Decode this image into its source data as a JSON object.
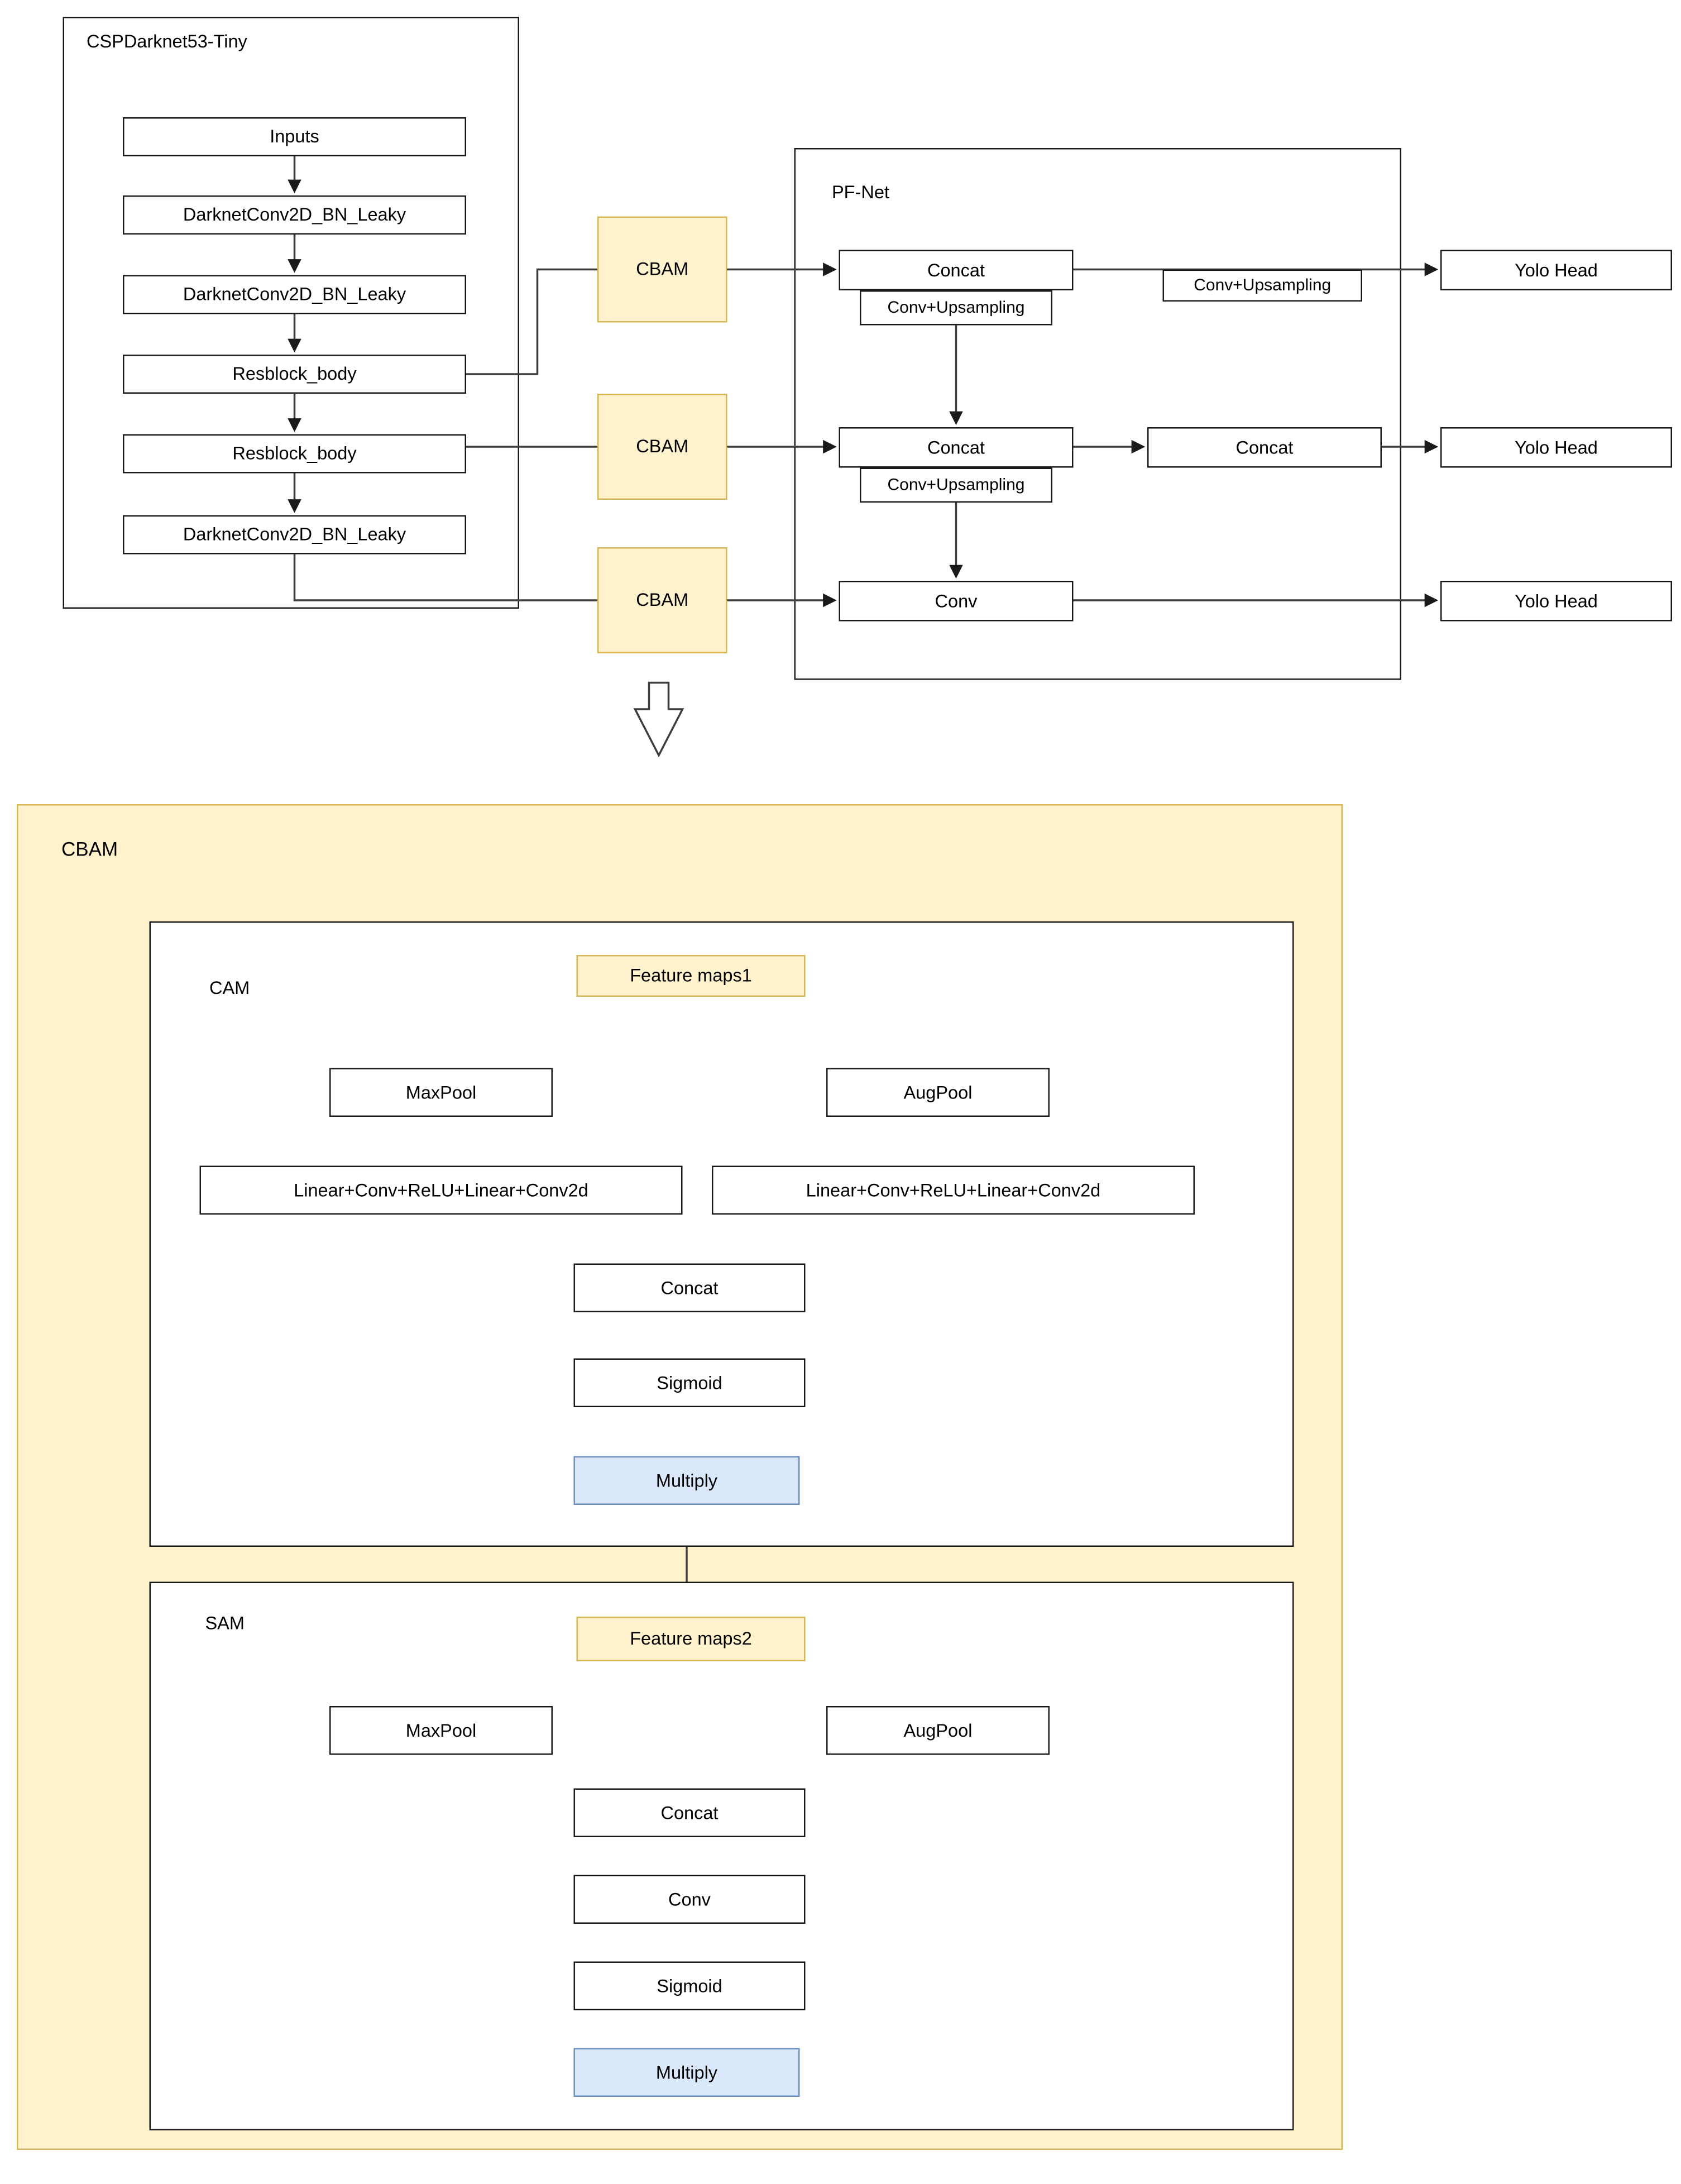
{
  "colors": {
    "yellow_fill": "#FFF2CC",
    "yellow_border": "#D6B656",
    "blue_fill": "#DAE8FC",
    "blue_border": "#6C8EBF",
    "line": "#3d3d3d"
  },
  "backbone": {
    "title": "CSPDarknet53-Tiny",
    "blocks": [
      "Inputs",
      "DarknetConv2D_BN_Leaky",
      "DarknetConv2D_BN_Leaky",
      "Resblock_body",
      "Resblock_body",
      "DarknetConv2D_BN_Leaky"
    ]
  },
  "attention": {
    "block_label": "CBAM"
  },
  "pfnet": {
    "title": "PF-Net",
    "concat_label": "Concat",
    "conv_upsampling_label": "Conv+Upsampling",
    "conv_label": "Conv"
  },
  "heads": {
    "yolo_head_label": "Yolo Head"
  },
  "cbam_detail": {
    "title": "CBAM",
    "cam": {
      "title": "CAM",
      "feature_maps": "Feature maps1",
      "maxpool": "MaxPool",
      "augpool": "AugPool",
      "mlp": "Linear+Conv+ReLU+Linear+Conv2d",
      "concat": "Concat",
      "sigmoid": "Sigmoid",
      "multiply": "Multiply"
    },
    "sam": {
      "title": "SAM",
      "feature_maps": "Feature maps2",
      "maxpool": "MaxPool",
      "augpool": "AugPool",
      "concat": "Concat",
      "conv": "Conv",
      "sigmoid": "Sigmoid",
      "multiply": "Multiply"
    }
  }
}
